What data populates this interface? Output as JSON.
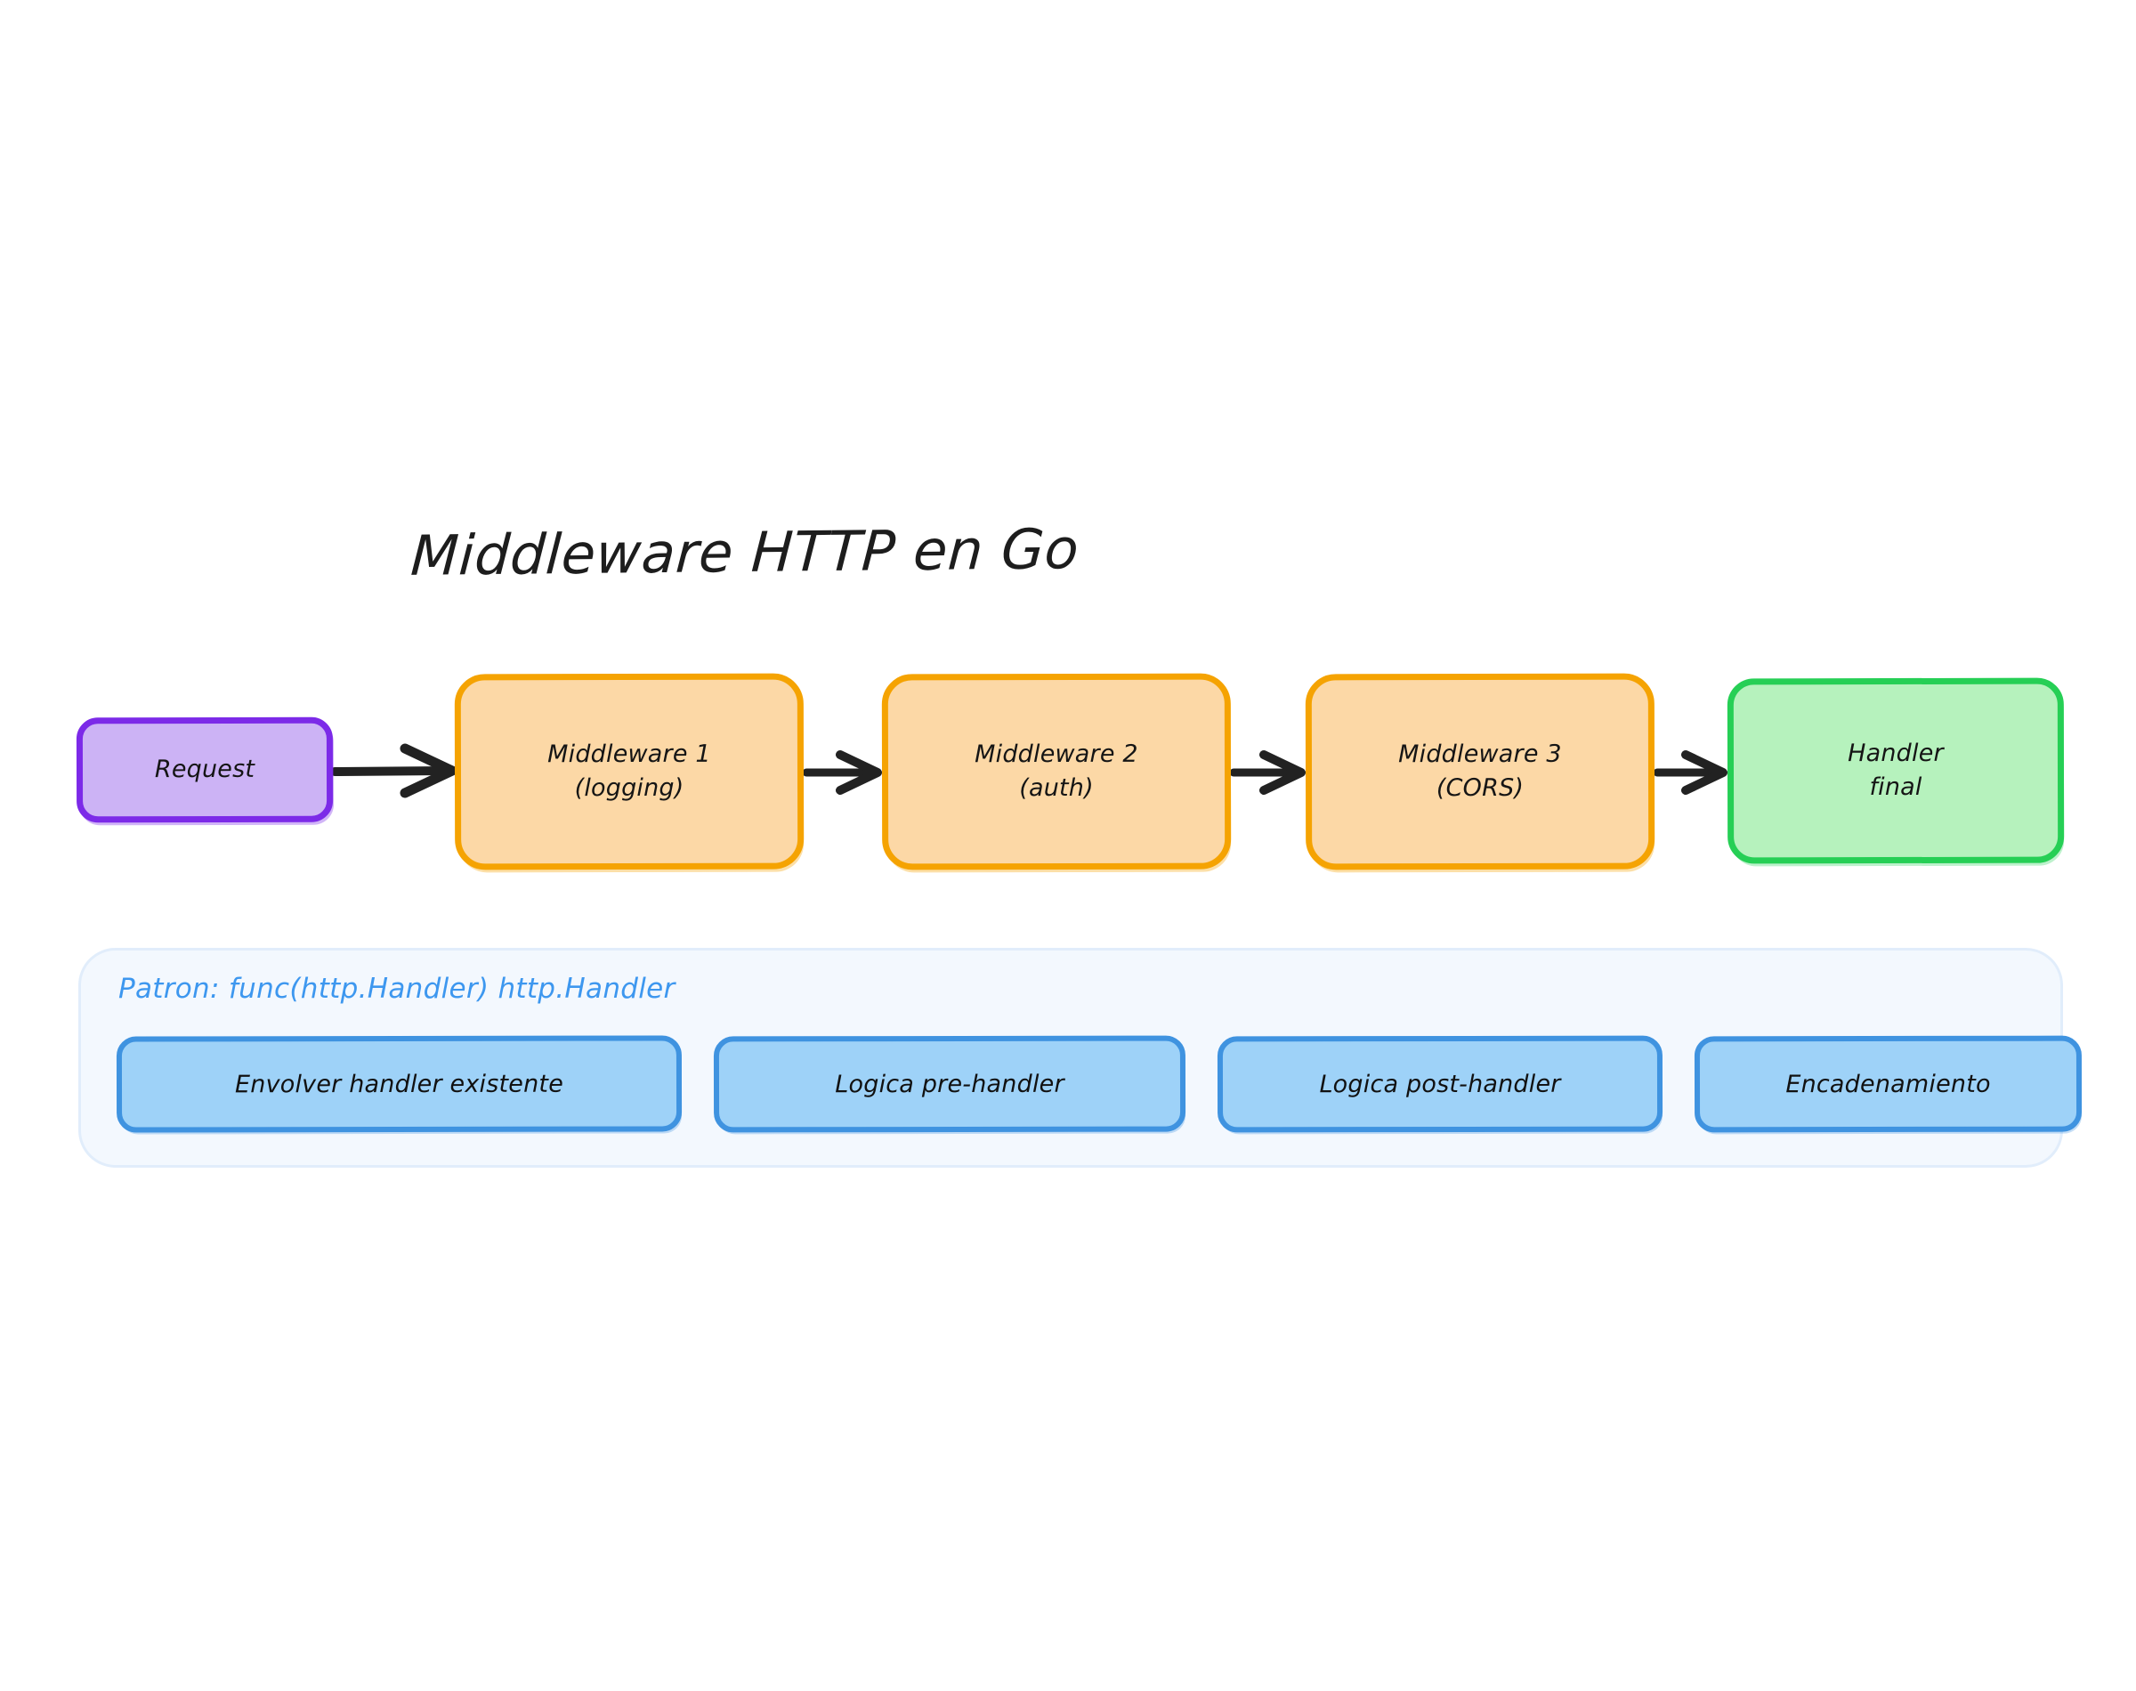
{
  "diagram": {
    "title": "Middleware HTTP en Go",
    "type": "flowchart",
    "background_color": "#ffffff"
  },
  "flow": {
    "nodes": [
      {
        "id": "request",
        "label": "Request",
        "role": "entry-point",
        "fill": "#ccb3f5",
        "stroke": "#7c2ae8"
      },
      {
        "id": "middleware-1",
        "label": "Middleware 1\n(logging)",
        "role": "middleware",
        "fill": "#fcd8a6",
        "stroke": "#f5a302"
      },
      {
        "id": "middleware-2",
        "label": "Middleware 2\n(auth)",
        "role": "middleware",
        "fill": "#fcd8a6",
        "stroke": "#f5a302"
      },
      {
        "id": "middleware-3",
        "label": "Middleware 3\n(CORS)",
        "role": "middleware",
        "fill": "#fcd8a6",
        "stroke": "#f5a302"
      },
      {
        "id": "handler-final",
        "label": "Handler\nfinal",
        "role": "terminal",
        "fill": "#b6f2bd",
        "stroke": "#26cf55"
      }
    ],
    "edges": [
      {
        "from": "request",
        "to": "middleware-1",
        "style": "arrow"
      },
      {
        "from": "middleware-1",
        "to": "middleware-2",
        "style": "arrow"
      },
      {
        "from": "middleware-2",
        "to": "middleware-3",
        "style": "arrow"
      },
      {
        "from": "middleware-3",
        "to": "handler-final",
        "style": "arrow"
      }
    ],
    "edge_color": "#222222"
  },
  "pattern_panel": {
    "title": "Patron: func(http.Handler) http.Handler",
    "title_color": "#3d97ef",
    "background": "#f3f8fe",
    "border": "#e1edfb",
    "items": [
      {
        "label": "Envolver handler existente"
      },
      {
        "label": "Logica pre-handler"
      },
      {
        "label": "Logica post-handler"
      },
      {
        "label": "Encadenamiento"
      }
    ],
    "item_fill": "#9ed2f8",
    "item_stroke": "#3f93e0"
  }
}
